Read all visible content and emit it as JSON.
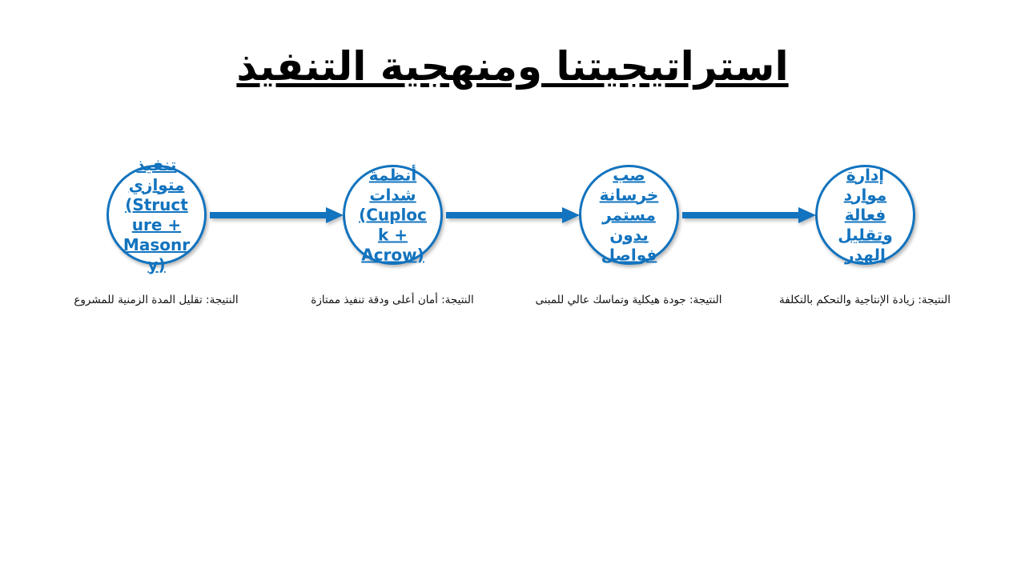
{
  "slide": {
    "title": "استراتيجيتنا ومنهجية التنفيذ",
    "background_color": "#FFFFFF",
    "accent_color": "#1273BE",
    "title_color": "#000000",
    "caption_color": "#111111"
  },
  "process": {
    "arrow_label": "arrow-right",
    "steps": [
      {
        "id": "step-1",
        "circle_text_arabic": "تنفيذ متوازي",
        "circle_text_latin": "(Structure + Masonry)",
        "caption": "النتيجة: تقليل المدة الزمنية للمشروع"
      },
      {
        "id": "step-2",
        "circle_text_arabic": "أنظمة شدات",
        "circle_text_latin": "(Cuplock + Acrow)",
        "caption": "النتيجة: أمان أعلى ودقة تنفيذ ممتازة"
      },
      {
        "id": "step-3",
        "circle_text_arabic": "صب خرسانة مستمر بدون فواصل",
        "circle_text_latin": "",
        "caption": "النتيجة: جودة هيكلية وتماسك عالي للمبنى"
      },
      {
        "id": "step-4",
        "circle_text_arabic": "إدارة موارد فعالة وتقليل الهدر",
        "circle_text_latin": "",
        "caption": "النتيجة: زيادة الإنتاجية والتحكم بالتكلفة"
      }
    ]
  }
}
